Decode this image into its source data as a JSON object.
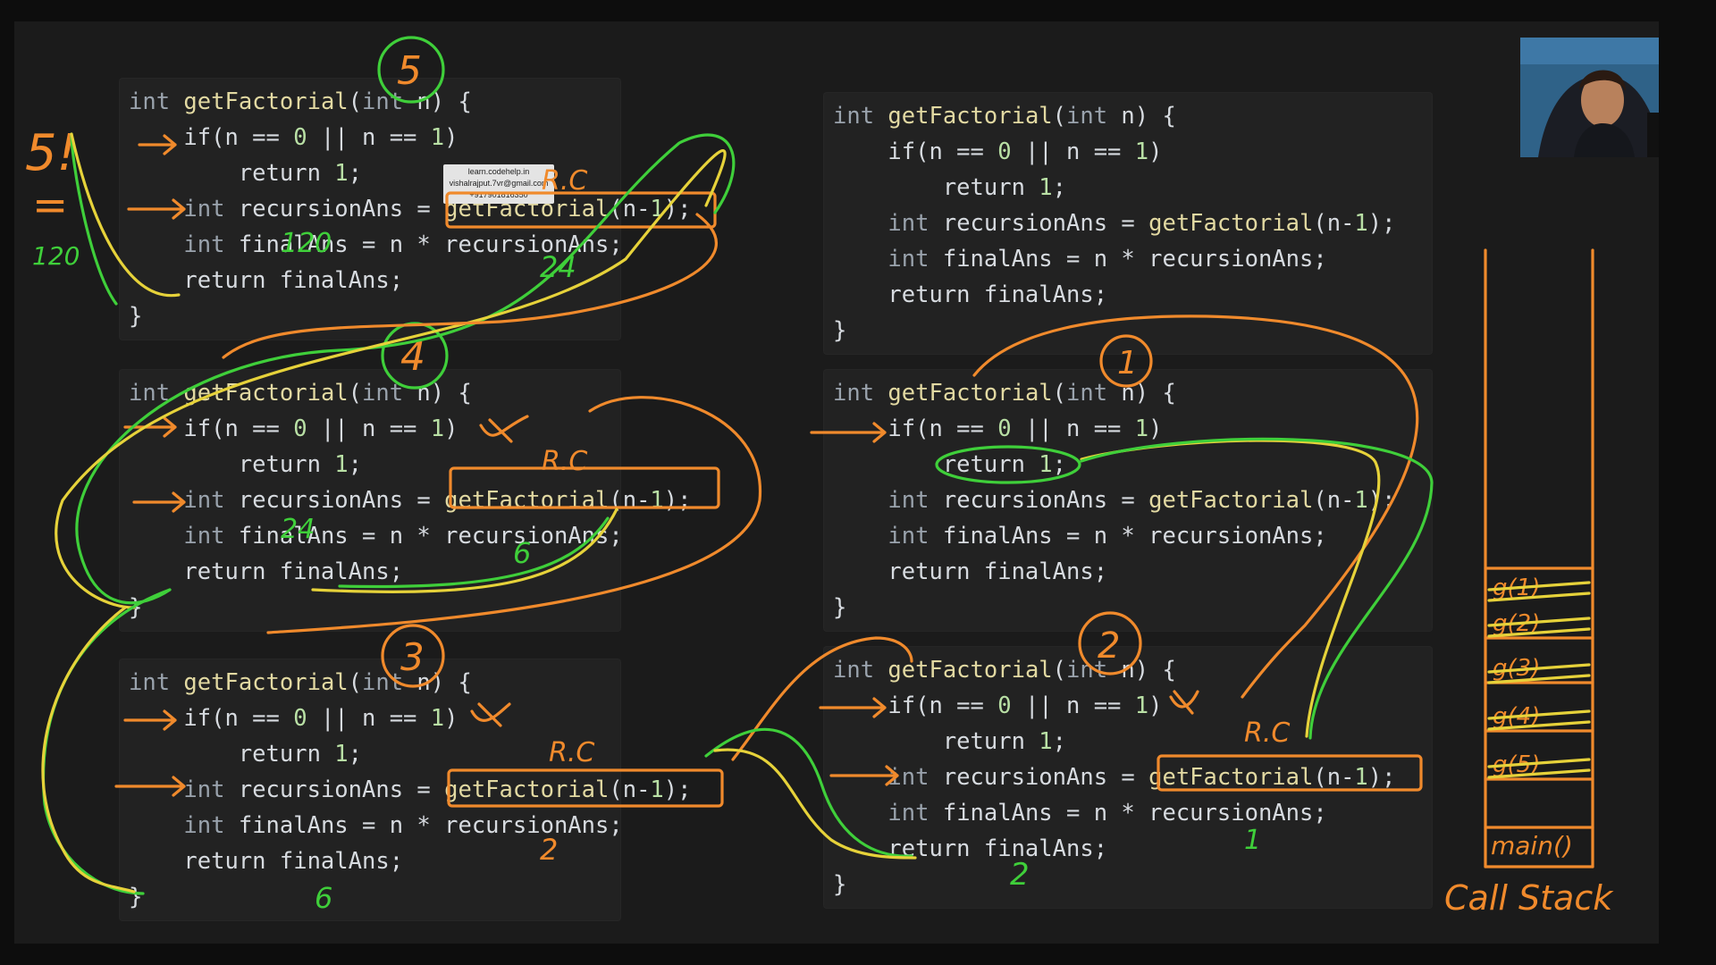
{
  "panels": [
    {
      "id": "top-left",
      "lines": [
        [
          {
            "t": "int",
            "c": "kw"
          },
          {
            "t": " "
          },
          {
            "t": "getFactorial",
            "c": "fn"
          },
          {
            "t": "("
          },
          {
            "t": "int",
            "c": "kw"
          },
          {
            "t": " n) {"
          }
        ],
        [
          {
            "t": "    if(n == "
          },
          {
            "t": "0",
            "c": "num"
          },
          {
            "t": " || n == "
          },
          {
            "t": "1",
            "c": "num"
          },
          {
            "t": ")"
          }
        ],
        [
          {
            "t": "        return "
          },
          {
            "t": "1",
            "c": "num"
          },
          {
            "t": ";"
          }
        ],
        [
          {
            "t": "    "
          },
          {
            "t": "int",
            "c": "kw"
          },
          {
            "t": " recursionAns = "
          },
          {
            "t": "getFactorial",
            "c": "fn"
          },
          {
            "t": "(n-"
          },
          {
            "t": "1",
            "c": "num"
          },
          {
            "t": ");"
          }
        ],
        [
          {
            "t": "    "
          },
          {
            "t": "int",
            "c": "kw"
          },
          {
            "t": " finalAns = n * recursionAns;"
          }
        ],
        [
          {
            "t": "    return finalAns;"
          }
        ],
        [
          {
            "t": "}"
          }
        ]
      ]
    },
    {
      "id": "mid-left",
      "lines": [
        [
          {
            "t": "int",
            "c": "kw"
          },
          {
            "t": " "
          },
          {
            "t": "getFactorial",
            "c": "fn"
          },
          {
            "t": "("
          },
          {
            "t": "int",
            "c": "kw"
          },
          {
            "t": " n) {"
          }
        ],
        [
          {
            "t": "    if(n == "
          },
          {
            "t": "0",
            "c": "num"
          },
          {
            "t": " || n == "
          },
          {
            "t": "1",
            "c": "num"
          },
          {
            "t": ")"
          }
        ],
        [
          {
            "t": "        return "
          },
          {
            "t": "1",
            "c": "num"
          },
          {
            "t": ";"
          }
        ],
        [
          {
            "t": "    "
          },
          {
            "t": "int",
            "c": "kw"
          },
          {
            "t": " recursionAns = "
          },
          {
            "t": "getFactorial",
            "c": "fn"
          },
          {
            "t": "(n-"
          },
          {
            "t": "1",
            "c": "num"
          },
          {
            "t": ");"
          }
        ],
        [
          {
            "t": "    "
          },
          {
            "t": "int",
            "c": "kw"
          },
          {
            "t": " finalAns = n * recursionAns;"
          }
        ],
        [
          {
            "t": "    return finalAns;"
          }
        ],
        [
          {
            "t": "}"
          }
        ]
      ]
    },
    {
      "id": "bottom-left",
      "lines": [
        [
          {
            "t": "int",
            "c": "kw"
          },
          {
            "t": " "
          },
          {
            "t": "getFactorial",
            "c": "fn"
          },
          {
            "t": "("
          },
          {
            "t": "int",
            "c": "kw"
          },
          {
            "t": " n) {"
          }
        ],
        [
          {
            "t": "    if(n == "
          },
          {
            "t": "0",
            "c": "num"
          },
          {
            "t": " || n == "
          },
          {
            "t": "1",
            "c": "num"
          },
          {
            "t": ")"
          }
        ],
        [
          {
            "t": "        return "
          },
          {
            "t": "1",
            "c": "num"
          },
          {
            "t": ";"
          }
        ],
        [
          {
            "t": "    "
          },
          {
            "t": "int",
            "c": "kw"
          },
          {
            "t": " recursionAns = "
          },
          {
            "t": "getFactorial",
            "c": "fn"
          },
          {
            "t": "(n-"
          },
          {
            "t": "1",
            "c": "num"
          },
          {
            "t": ");"
          }
        ],
        [
          {
            "t": "    "
          },
          {
            "t": "int",
            "c": "kw"
          },
          {
            "t": " finalAns = n * recursionAns;"
          }
        ],
        [
          {
            "t": "    return finalAns;"
          }
        ],
        [
          {
            "t": "}"
          }
        ]
      ]
    },
    {
      "id": "top-right",
      "lines": [
        [
          {
            "t": "int",
            "c": "kw"
          },
          {
            "t": " "
          },
          {
            "t": "getFactorial",
            "c": "fn"
          },
          {
            "t": "("
          },
          {
            "t": "int",
            "c": "kw"
          },
          {
            "t": " n) {"
          }
        ],
        [
          {
            "t": "    if(n == "
          },
          {
            "t": "0",
            "c": "num"
          },
          {
            "t": " || n == "
          },
          {
            "t": "1",
            "c": "num"
          },
          {
            "t": ")"
          }
        ],
        [
          {
            "t": "        return "
          },
          {
            "t": "1",
            "c": "num"
          },
          {
            "t": ";"
          }
        ],
        [
          {
            "t": "    "
          },
          {
            "t": "int",
            "c": "kw"
          },
          {
            "t": " recursionAns = "
          },
          {
            "t": "getFactorial",
            "c": "fn"
          },
          {
            "t": "(n-"
          },
          {
            "t": "1",
            "c": "num"
          },
          {
            "t": ");"
          }
        ],
        [
          {
            "t": "    "
          },
          {
            "t": "int",
            "c": "kw"
          },
          {
            "t": " finalAns = n * recursionAns;"
          }
        ],
        [
          {
            "t": "    return finalAns;"
          }
        ],
        [
          {
            "t": "}"
          }
        ]
      ]
    },
    {
      "id": "mid-right",
      "lines": [
        [
          {
            "t": "int",
            "c": "kw"
          },
          {
            "t": " "
          },
          {
            "t": "getFactorial",
            "c": "fn"
          },
          {
            "t": "("
          },
          {
            "t": "int",
            "c": "kw"
          },
          {
            "t": " n) {"
          }
        ],
        [
          {
            "t": "    if(n == "
          },
          {
            "t": "0",
            "c": "num"
          },
          {
            "t": " || n == "
          },
          {
            "t": "1",
            "c": "num"
          },
          {
            "t": ")"
          }
        ],
        [
          {
            "t": "        return "
          },
          {
            "t": "1",
            "c": "num"
          },
          {
            "t": ";"
          }
        ],
        [
          {
            "t": "    "
          },
          {
            "t": "int",
            "c": "kw"
          },
          {
            "t": " recursionAns = "
          },
          {
            "t": "getFactorial",
            "c": "fn"
          },
          {
            "t": "(n-"
          },
          {
            "t": "1",
            "c": "num"
          },
          {
            "t": ");"
          }
        ],
        [
          {
            "t": "    "
          },
          {
            "t": "int",
            "c": "kw"
          },
          {
            "t": " finalAns = n * recursionAns;"
          }
        ],
        [
          {
            "t": "    return finalAns;"
          }
        ],
        [
          {
            "t": "}"
          }
        ]
      ]
    },
    {
      "id": "bottom-right",
      "lines": [
        [
          {
            "t": "int",
            "c": "kw"
          },
          {
            "t": " "
          },
          {
            "t": "getFactorial",
            "c": "fn"
          },
          {
            "t": "("
          },
          {
            "t": "int",
            "c": "kw"
          },
          {
            "t": " n) {"
          }
        ],
        [
          {
            "t": "    if(n == "
          },
          {
            "t": "0",
            "c": "num"
          },
          {
            "t": " || n == "
          },
          {
            "t": "1",
            "c": "num"
          },
          {
            "t": ")"
          }
        ],
        [
          {
            "t": "        return "
          },
          {
            "t": "1",
            "c": "num"
          },
          {
            "t": ";"
          }
        ],
        [
          {
            "t": "    "
          },
          {
            "t": "int",
            "c": "kw"
          },
          {
            "t": " recursionAns = "
          },
          {
            "t": "getFactorial",
            "c": "fn"
          },
          {
            "t": "(n-"
          },
          {
            "t": "1",
            "c": "num"
          },
          {
            "t": ");"
          }
        ],
        [
          {
            "t": "    "
          },
          {
            "t": "int",
            "c": "kw"
          },
          {
            "t": " finalAns = n * recursionAns;"
          }
        ],
        [
          {
            "t": "    return finalAns;"
          }
        ],
        [
          {
            "t": "}"
          }
        ]
      ]
    }
  ],
  "annotations": {
    "call_values": [
      "5",
      "4",
      "3",
      "2",
      "1"
    ],
    "recursive_call_label": "R.C",
    "left_total": "5!",
    "left_equals": "=",
    "left_result": "120",
    "call_stack_label": "Call Stack",
    "stack_bottom": "main()",
    "stack_frames_crossed": [
      "g(1)",
      "g(2)",
      "g(3)",
      "g(4)",
      "g(5)"
    ],
    "returned_values": [
      "24",
      "6",
      "2",
      "1"
    ],
    "products": [
      "120",
      "24",
      "6",
      "2"
    ]
  },
  "watermark": {
    "line1": "learn.codehelp.in",
    "line2": "vishalrajput.7vr@gmail.com",
    "line3": "+917901816350"
  },
  "colors": {
    "background": "#1b1b1b",
    "panel": "#222222",
    "code_text": "#d7dbe0",
    "annotation_orange": "#f08a2c",
    "annotation_green": "#3fcf3a",
    "annotation_yellow": "#e6d23a"
  }
}
